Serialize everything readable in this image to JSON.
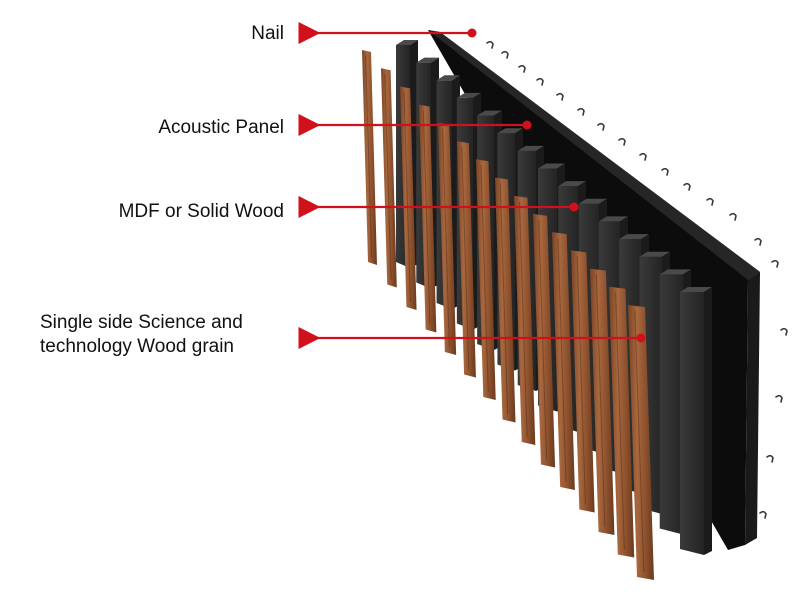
{
  "labels": {
    "nail": "Nail",
    "acoustic_panel": "Acoustic Panel",
    "mdf": "MDF or Solid Wood",
    "grain_line1": "Single side Science and",
    "grain_line2": "technology Wood grain"
  },
  "colors": {
    "arrow": "#d0101b",
    "backing": "#0c0c0c",
    "backing_edge": "#262626",
    "slat_front": "#2e2e2e",
    "slat_side": "#1b1b1b",
    "slat_top": "#4a4a4a",
    "wood_light": "#a0613a",
    "wood_dark": "#6a3a1e",
    "nail": "#3a3a3a"
  },
  "slat_count": 15,
  "veneer_count": 15
}
